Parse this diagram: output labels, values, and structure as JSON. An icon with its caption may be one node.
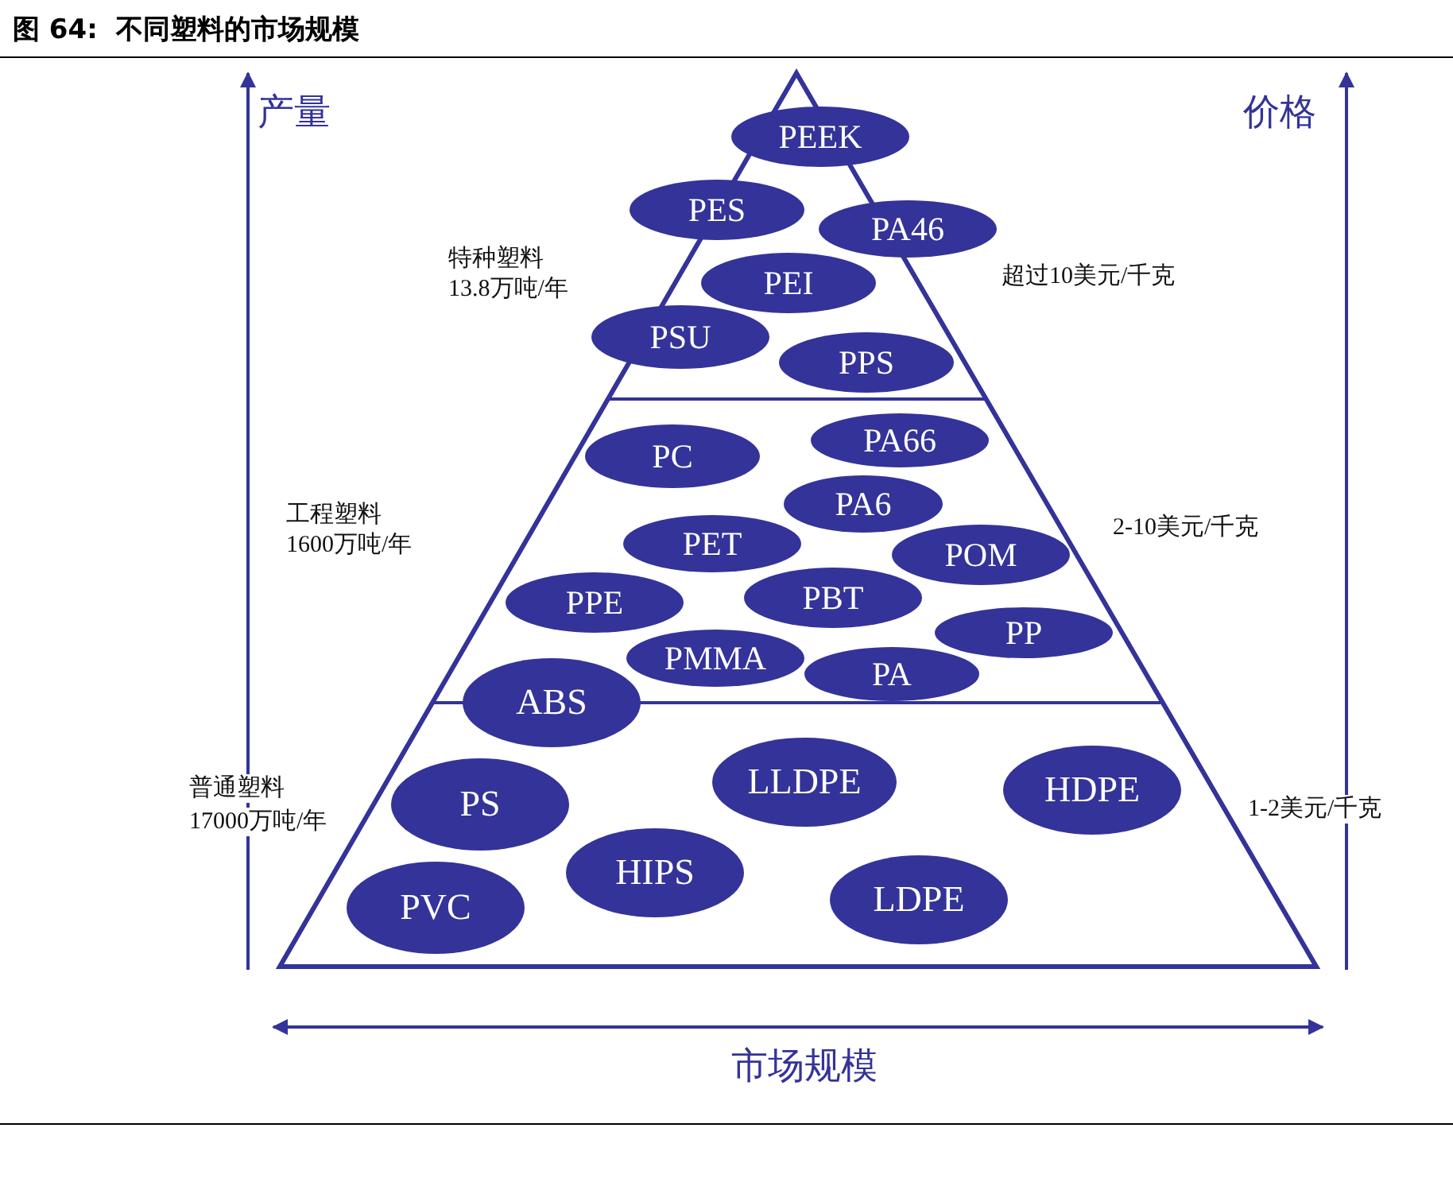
{
  "diagram": {
    "title": "图 64:  不同塑料的市场规模",
    "nodes": [
      {
        "text": [
          "PEEK"
        ]
      },
      {
        "text": [
          "PES"
        ]
      },
      {
        "text": [
          "PA46"
        ]
      },
      {
        "text": [
          "PEI"
        ]
      },
      {
        "text": [
          "PSU"
        ]
      },
      {
        "text": [
          "PPS"
        ]
      },
      {
        "text": [
          "PC"
        ]
      },
      {
        "text": [
          "PA66"
        ]
      },
      {
        "text": [
          "PA6"
        ]
      },
      {
        "text": [
          "PET"
        ]
      },
      {
        "text": [
          "POM"
        ]
      },
      {
        "text": [
          "PPE"
        ]
      },
      {
        "text": [
          "PBT"
        ]
      },
      {
        "text": [
          "PP"
        ]
      },
      {
        "text": [
          "PMMA"
        ]
      },
      {
        "text": [
          "PA"
        ]
      },
      {
        "text": [
          "ABS"
        ]
      },
      {
        "text": [
          "LLDPE"
        ]
      },
      {
        "text": [
          "HDPE"
        ]
      },
      {
        "text": [
          "PS"
        ]
      },
      {
        "text": [
          "HIPS"
        ]
      },
      {
        "text": [
          "PVC"
        ]
      },
      {
        "text": [
          "LDPE"
        ]
      }
    ],
    "edges": [],
    "labels": [
      "产量",
      "价格",
      "特种塑料",
      "13.8万吨/年",
      "超过10美元/千克",
      "工程塑料",
      "1600万吨/年",
      "2-10美元/千克",
      "普通塑料",
      "17000万吨/年",
      "1-2美元/千克",
      "市场规模"
    ]
  }
}
